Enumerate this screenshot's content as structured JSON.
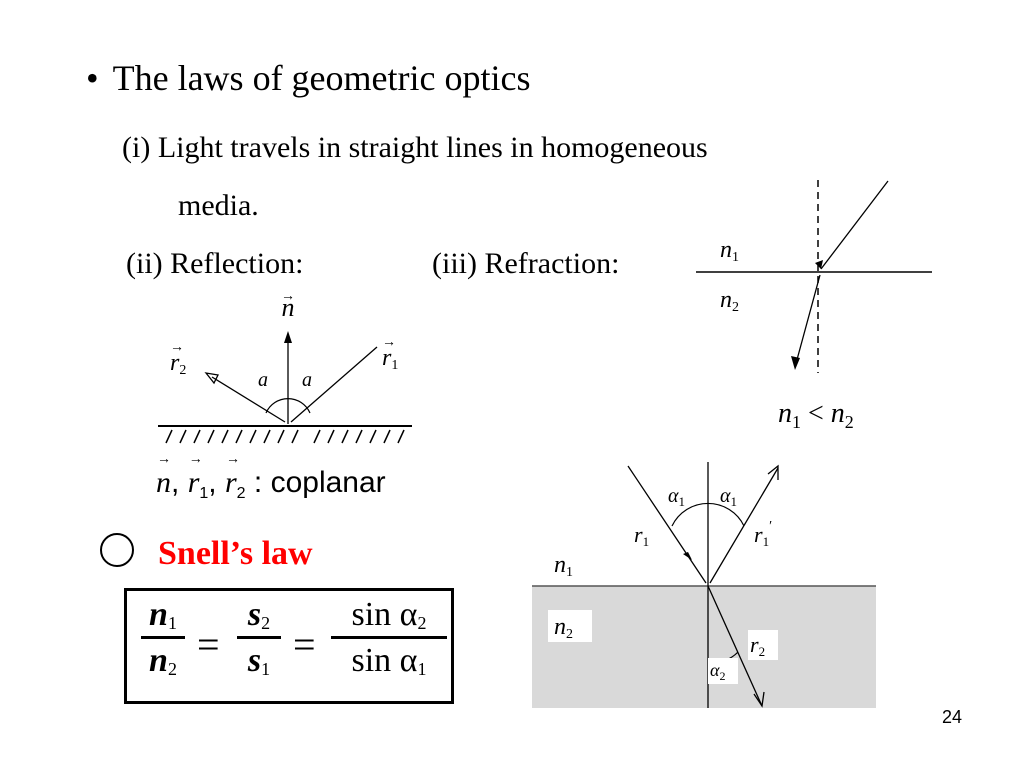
{
  "slide": {
    "bullet": "•",
    "title": "The laws of geometric optics",
    "law_i": "(i) Light travels in straight lines in homogeneous",
    "law_i_cont": "media.",
    "reflection_label": "(ii) Reflection:",
    "refraction_label": "(iii) Refraction:",
    "page_number": "24"
  },
  "reflection": {
    "normal": "n",
    "ray_r2": "r",
    "ray_r2_sub": "2",
    "ray_r1": "r",
    "ray_r1_sub": "1",
    "angle_left": "a",
    "angle_right": "a",
    "coplanar_text": ": coplanar",
    "coplanar_n": "n",
    "coplanar_r1": "r",
    "coplanar_r1_sub": "1",
    "coplanar_r2": "r",
    "coplanar_r2_sub": "2",
    "comma": ","
  },
  "refraction": {
    "n1": "n",
    "n1_sub": "1",
    "n2": "n",
    "n2_sub": "2",
    "inequality": {
      "left": "n",
      "left_sub": "1",
      "op": " < ",
      "right": "n",
      "right_sub": "2"
    }
  },
  "snell": {
    "heading": "Snell’s law",
    "formula": {
      "f1_num": "n",
      "f1_num_sub": "1",
      "f1_den": "n",
      "f1_den_sub": "2",
      "eq": "=",
      "f2_num": "s",
      "f2_num_sub": "2",
      "f2_den": "s",
      "f2_den_sub": "1",
      "f3_num": "sin α",
      "f3_num_sub": "2",
      "f3_den": "sin α",
      "f3_den_sub": "1"
    }
  },
  "snell_diagram": {
    "alpha_left": "α",
    "alpha_left_sub": "1",
    "alpha_right": "α",
    "alpha_right_sub": "1",
    "r1": "r",
    "r1_sub": "1",
    "r1p": "r",
    "r1p_sub": "1",
    "r1p_prime": "′",
    "n1": "n",
    "n1_sub": "1",
    "n2": "n",
    "n2_sub": "2",
    "r2": "r",
    "r2_sub": "2",
    "alpha2": "α",
    "alpha2_sub": "2",
    "lower_medium_color": "#d9d9d9"
  }
}
